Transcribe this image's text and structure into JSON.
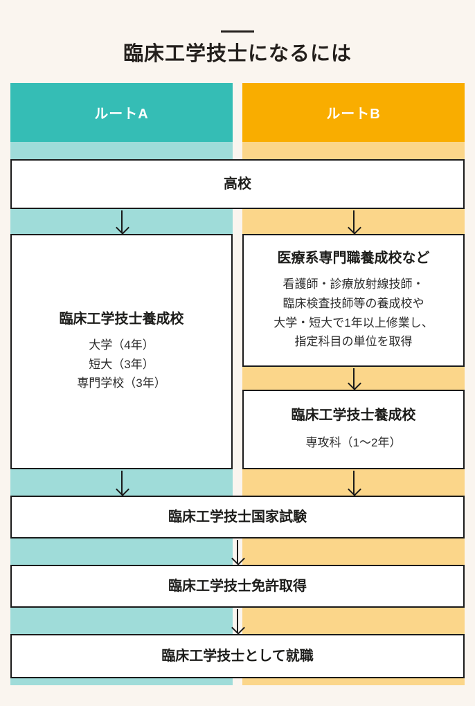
{
  "title": {
    "heading": "臨床工学技士になるには"
  },
  "colors": {
    "page_background": "#faf5ef",
    "route_a_header": "#35bdb5",
    "route_a_track": "#9fdcd9",
    "route_b_header": "#f9ad00",
    "route_b_track": "#fbd68a",
    "box_border": "#1a1a1a",
    "box_fill": "#ffffff",
    "text": "#1d1d1b"
  },
  "columns": [
    {
      "id": "route-a",
      "label": "ルートA"
    },
    {
      "id": "route-b",
      "label": "ルートB"
    }
  ],
  "nodes": {
    "highschool": {
      "title": "高校"
    },
    "route_a_school": {
      "title": "臨床工学技士養成校",
      "line1": "大学（4年）",
      "line2": "短大（3年）",
      "line3": "専門学校（3年）"
    },
    "route_b_prep": {
      "title": "医療系専門職養成校など",
      "line1": "看護師・診療放射線技師・",
      "line2": "臨床検査技師等の養成校や",
      "line3": "大学・短大で1年以上修業し、",
      "line4": "指定科目の単位を取得"
    },
    "route_b_school": {
      "title": "臨床工学技士養成校",
      "line1": "専攻科（1〜2年）"
    },
    "national_exam": {
      "title": "臨床工学技士国家試験"
    },
    "license": {
      "title": "臨床工学技士免許取得"
    },
    "employment": {
      "title": "臨床工学技士として就職"
    }
  }
}
